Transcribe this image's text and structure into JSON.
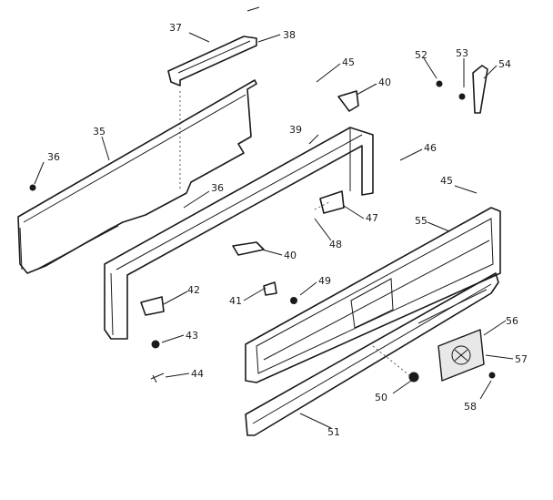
{
  "callouts": [
    "36",
    "35",
    "37",
    "38",
    "45",
    "40",
    "52",
    "53",
    "54",
    "39",
    "46",
    "45",
    "36",
    "47",
    "55",
    "48",
    "40",
    "42",
    "49",
    "41",
    "43",
    "56",
    "44",
    "57",
    "50",
    "58",
    "51"
  ],
  "colors": {
    "ink": "#1a1a1a",
    "paper": "#ffffff"
  }
}
